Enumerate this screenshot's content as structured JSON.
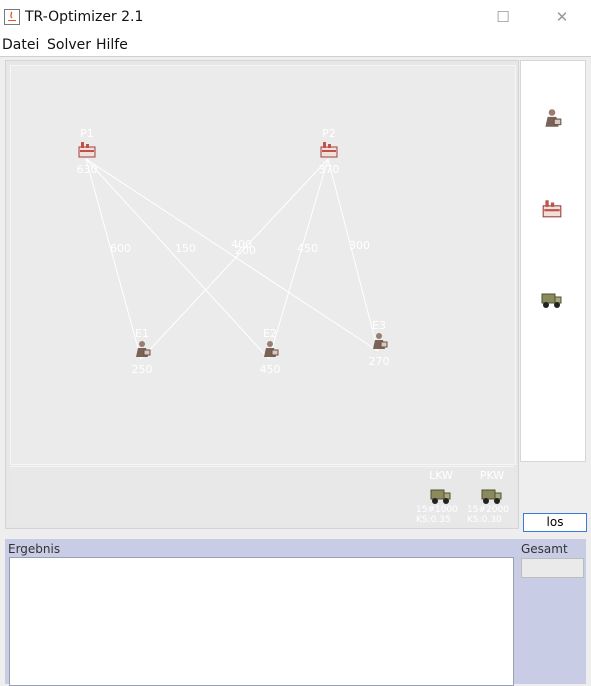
{
  "window": {
    "title": "TR-Optimizer 2.1",
    "maximize_glyph": "☐",
    "close_glyph": "✕"
  },
  "menu": [
    "Datei",
    "Solver",
    "Hilfe"
  ],
  "nodes": [
    {
      "id": "P1",
      "value": "630",
      "kind": "factory-icon"
    },
    {
      "id": "P2",
      "value": "370",
      "kind": "factory-icon"
    },
    {
      "id": "E1",
      "value": "250",
      "kind": "customer-icon"
    },
    {
      "id": "E2",
      "value": "450",
      "kind": "customer-icon"
    },
    {
      "id": "E3",
      "value": "270",
      "kind": "customer-icon"
    }
  ],
  "edges": [
    {
      "label": "600"
    },
    {
      "label": "150"
    },
    {
      "label": "400"
    },
    {
      "label": "200"
    },
    {
      "label": "450"
    },
    {
      "label": "300"
    }
  ],
  "palette": [
    "customer-icon",
    "factory-icon",
    "truck-icon"
  ],
  "vehicles": [
    {
      "name": "LKW",
      "line1": "15#1000",
      "line2": "KS:0.35"
    },
    {
      "name": "PKW",
      "line1": "15#2000",
      "line2": "KS:0.30"
    }
  ],
  "solve_button": "los",
  "result_panel": {
    "label": "Ergebnis",
    "text": ""
  },
  "total_panel": {
    "label": "Gesamt",
    "value": ""
  },
  "colors": {
    "factory": "#c0524a",
    "customer": "#7a6256",
    "truck": "#7a8056",
    "accent": "#3a7bd5"
  }
}
